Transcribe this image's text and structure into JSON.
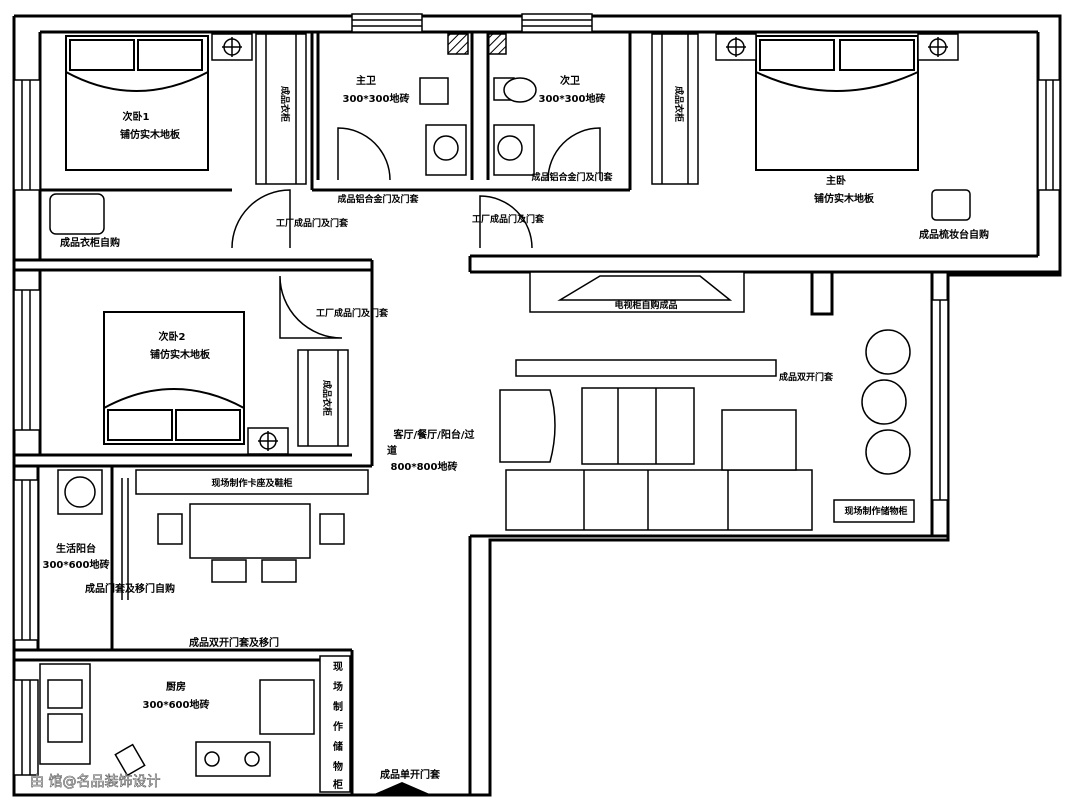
{
  "rooms": {
    "bedroom1": {
      "name": "次卧1",
      "floor": "铺仿实木地板",
      "furniture": "成品衣柜自购"
    },
    "master_bath": {
      "name": "主卫",
      "tile": "300*300地砖"
    },
    "second_bath": {
      "name": "次卫",
      "tile": "300*300地砖"
    },
    "master": {
      "name": "主卧",
      "floor": "铺仿实木地板",
      "furniture": "成品梳妆台自购"
    },
    "bedroom2": {
      "name": "次卧2",
      "floor": "铺仿实木地板"
    },
    "living": {
      "name_line1": "客厅/餐厅/阳台/过",
      "name_line2": "道",
      "tile": "800*800地砖"
    },
    "balcony": {
      "name": "生活阳台",
      "tile": "300*600地砖",
      "door_note": "成品门套及移门自购"
    },
    "kitchen": {
      "name": "厨房",
      "tile": "300*600地砖"
    }
  },
  "notes": {
    "bath_doors": "成品铝合金门及门套",
    "bath_doors_2": "成品铝合金门及门套",
    "factory_door_1": "工厂成品门及门套",
    "factory_door_2": "工厂成品门及门套",
    "factory_door_3": "工厂成品门及门套",
    "tv_cabinet": "电视柜自购成品",
    "living_door": "成品双开门套",
    "shoe_cabinet": "现场制作卡座及鞋柜",
    "side_cabinet": "现场制作储物柜",
    "kitchen_door": "成品双开门套及移门",
    "kitchen_cabinet_vertical": [
      "现",
      "场",
      "制",
      "作",
      "储",
      "物",
      "柜"
    ],
    "entry_door": "成品单开门套",
    "wardrobe_left": "成品衣柜",
    "wardrobe_right": "成品衣柜",
    "wardrobe_b2": "成品衣柜"
  },
  "watermark": "由 馆@名品装饰设计"
}
